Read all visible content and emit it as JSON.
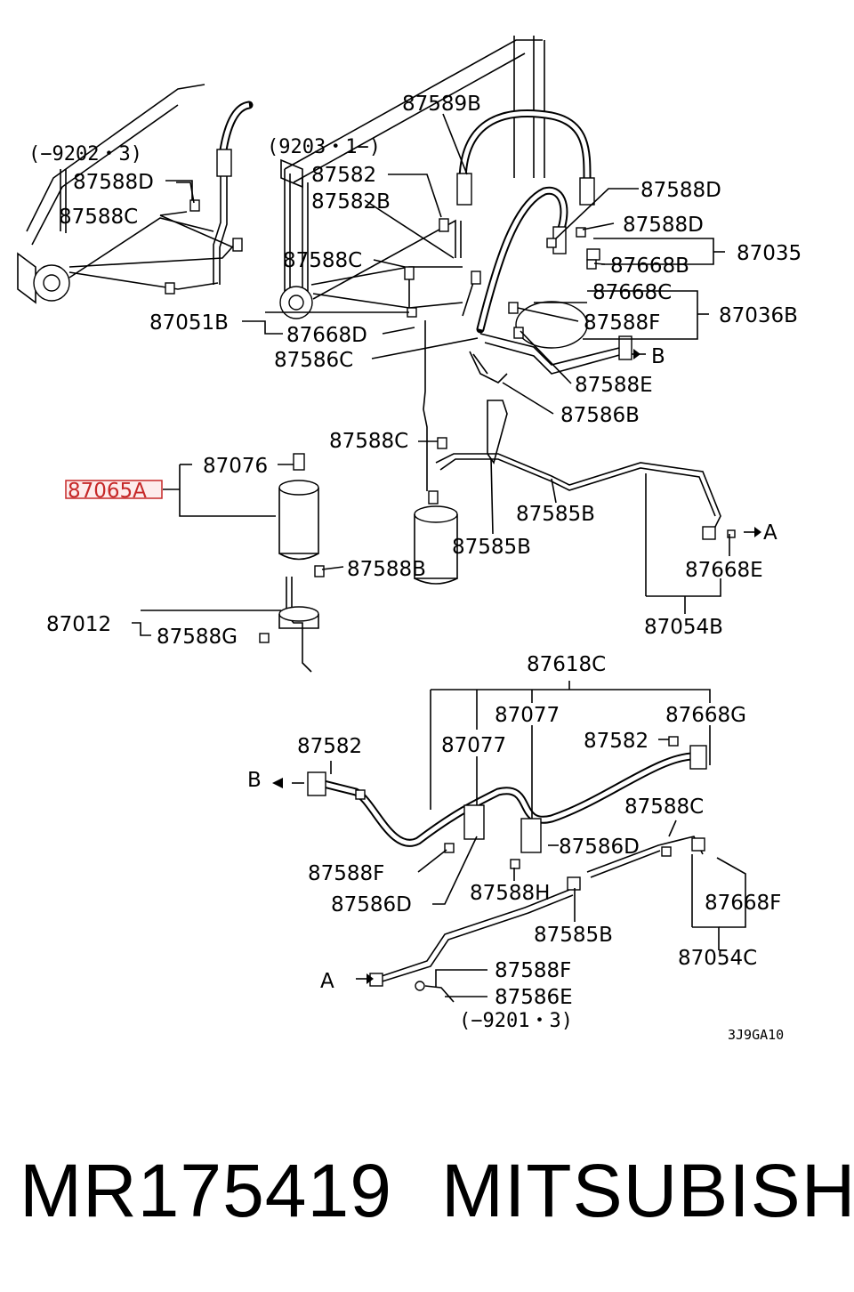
{
  "diagram": {
    "date_codes": {
      "top_left": "(−9202・3)",
      "top_mid": "(9203・1−)",
      "bottom": "(−9201・3)"
    },
    "drawing_code": "3J9GA10",
    "highlight_color": "#c62828",
    "labels": {
      "l87589B": "87589B",
      "l87588D_a": "87588D",
      "l87588C_a": "87588C",
      "l87582_a": "87582",
      "l87582B": "87582B",
      "l87588C_b": "87588C",
      "l87588D_b": "87588D",
      "l87588D_c": "87588D",
      "l87035": "87035",
      "l87668B": "87668B",
      "l87668C": "87668C",
      "l87036B": "87036B",
      "l87588F_a": "87588F",
      "l87051B": "87051B",
      "l87668D": "87668D",
      "l87586C": "87586C",
      "lB_a": "B",
      "l87588E": "87588E",
      "l87586B": "87586B",
      "l87588C_c": "87588C",
      "l87076": "87076",
      "l87065A": "87065A",
      "l87585B_a": "87585B",
      "l87585B_b": "87585B",
      "lA_a": "A",
      "l87588B": "87588B",
      "l87668E": "87668E",
      "l87012": "87012",
      "l87588G": "87588G",
      "l87054B": "87054B",
      "l87618C": "87618C",
      "l87077_a": "87077",
      "l87668G": "87668G",
      "l87582_b": "87582",
      "l87077_b": "87077",
      "l87582_c": "87582",
      "lB_b": "B",
      "l87588C_d": "87588C",
      "l87588F_b": "87588F",
      "l87586D_a": "87586D",
      "l87588H": "87588H",
      "l87586D_b": "87586D",
      "l87668F": "87668F",
      "l87585B_c": "87585B",
      "l87054C": "87054C",
      "lA_b": "A",
      "l87588F_c": "87588F",
      "l87586E": "87586E"
    }
  },
  "footer": {
    "part_number": "MR175419",
    "brand": "MITSUBISHI"
  }
}
